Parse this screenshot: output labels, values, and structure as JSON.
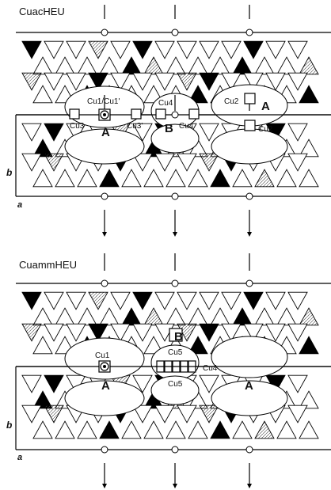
{
  "panels": [
    {
      "title": "CuacHEU",
      "axis_b": "b",
      "axis_a": "a",
      "channel_labels": [
        "A",
        "B",
        "A"
      ],
      "site_labels": [
        "Cu1/Cu1'",
        "Cu2",
        "Cu3",
        "Cu3'",
        "Cu4",
        "Cu4",
        "Cu2"
      ]
    },
    {
      "title": "CuammHEU",
      "axis_b": "b",
      "axis_a": "a",
      "channel_labels": [
        "A",
        "B",
        "A"
      ],
      "site_labels": [
        "Cu1",
        "Cu5",
        "Cu4",
        "Cu5"
      ]
    }
  ]
}
